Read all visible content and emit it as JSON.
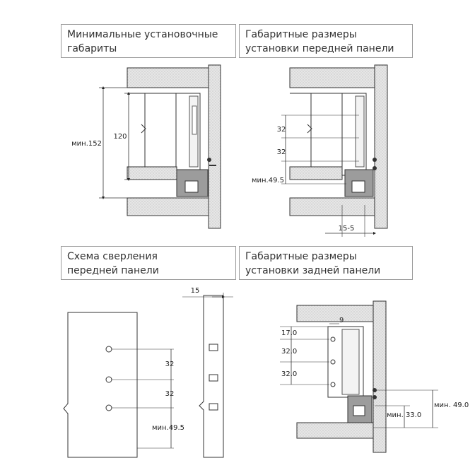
{
  "panels": {
    "min_install": {
      "title_line1": "Минимальные установочные",
      "title_line2": "габариты"
    },
    "front_panel_dims": {
      "title_line1": "Габаритные размеры",
      "title_line2": "установки передней панели"
    },
    "drilling": {
      "title_line1": "Схема сверления",
      "title_line2": "передней панели"
    },
    "back_panel_dims": {
      "title_line1": "Габаритные размеры",
      "title_line2": "установки задней панели"
    }
  },
  "dimensions": {
    "min_install": {
      "height": "мин.152",
      "inner": "120"
    },
    "front_panel": {
      "step1": "32",
      "step2": "32",
      "min_bottom": "мин.49.5",
      "offset": "15-5"
    },
    "drilling": {
      "thickness": "15",
      "step1": "32",
      "step2": "32",
      "min_bottom": "мин.49.5"
    },
    "back_panel": {
      "top": "9",
      "first": "17.0",
      "step1": "32.0",
      "step2": "32.0",
      "min_high": "мин. 49.0",
      "min_low": "мин. 33.0"
    }
  },
  "colors": {
    "wall_hatch": "#d9d9d9",
    "line": "#333333",
    "slide": "#8c8c8c"
  }
}
